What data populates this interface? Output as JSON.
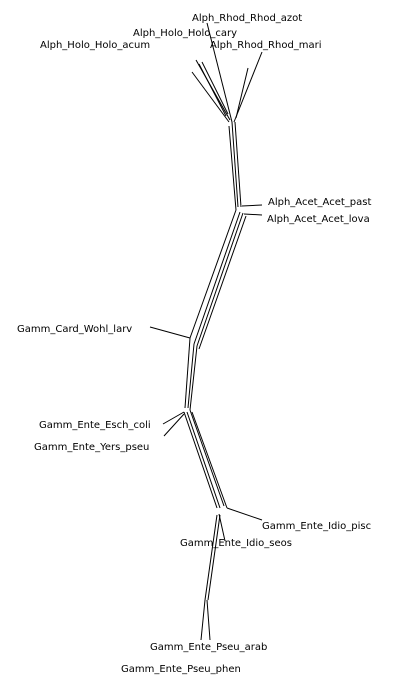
{
  "network": {
    "taxa": [
      "Alph_Rhod_Rhod_azot",
      "Alph_Holo_Holo_cary",
      "Alph_Holo_Holo_acum",
      "Alph_Rhod_Rhod_mari",
      "Alph_Acet_Acet_past",
      "Alph_Acet_Acet_lova",
      "Gamm_Card_Wohl_larv",
      "Gamm_Ente_Esch_coli",
      "Gamm_Ente_Yers_pseu",
      "Gamm_Ente_Idio_pisc",
      "Gamm_Ente_Idio_seos",
      "Gamm_Ente_Pseu_arab",
      "Gamm_Ente_Pseu_phen"
    ],
    "line_color": "#000000",
    "background": "#ffffff"
  }
}
